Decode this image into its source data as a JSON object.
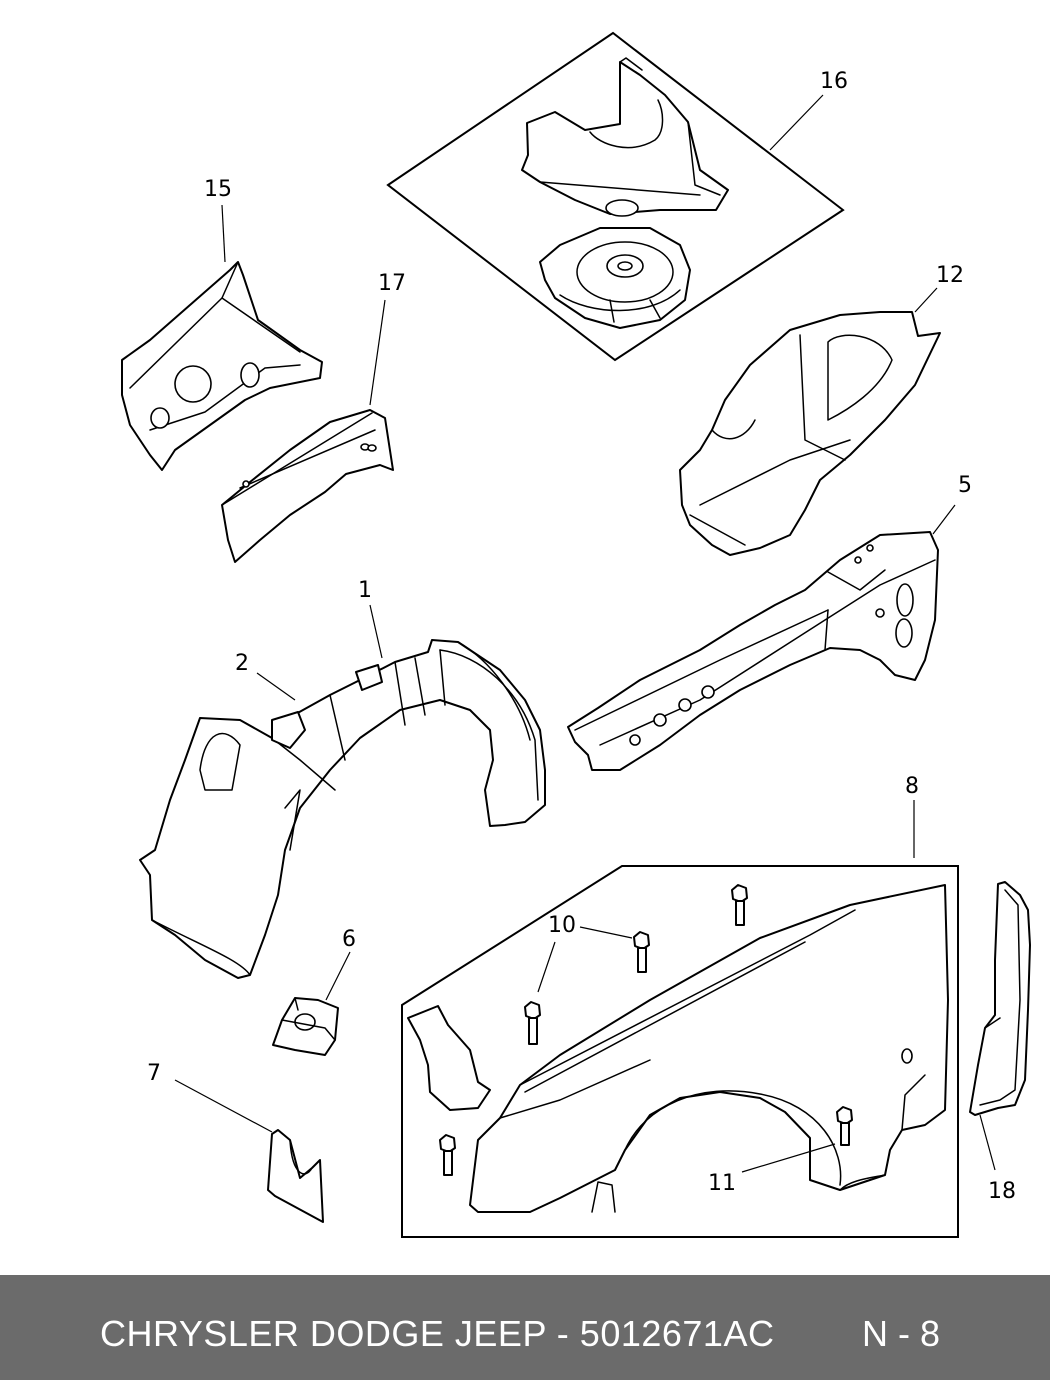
{
  "diagram": {
    "callouts": {
      "c1": "1",
      "c2": "2",
      "c5": "5",
      "c6": "6",
      "c7": "7",
      "c8": "8",
      "c10": "10",
      "c11": "11",
      "c12": "12",
      "c15": "15",
      "c16": "16",
      "c17": "17",
      "c18": "18"
    }
  },
  "footer": {
    "title": "CHRYSLER DODGE JEEP - 5012671AC",
    "page": "N - 8",
    "background_color": "#6b6b6b",
    "text_color": "#ffffff"
  }
}
